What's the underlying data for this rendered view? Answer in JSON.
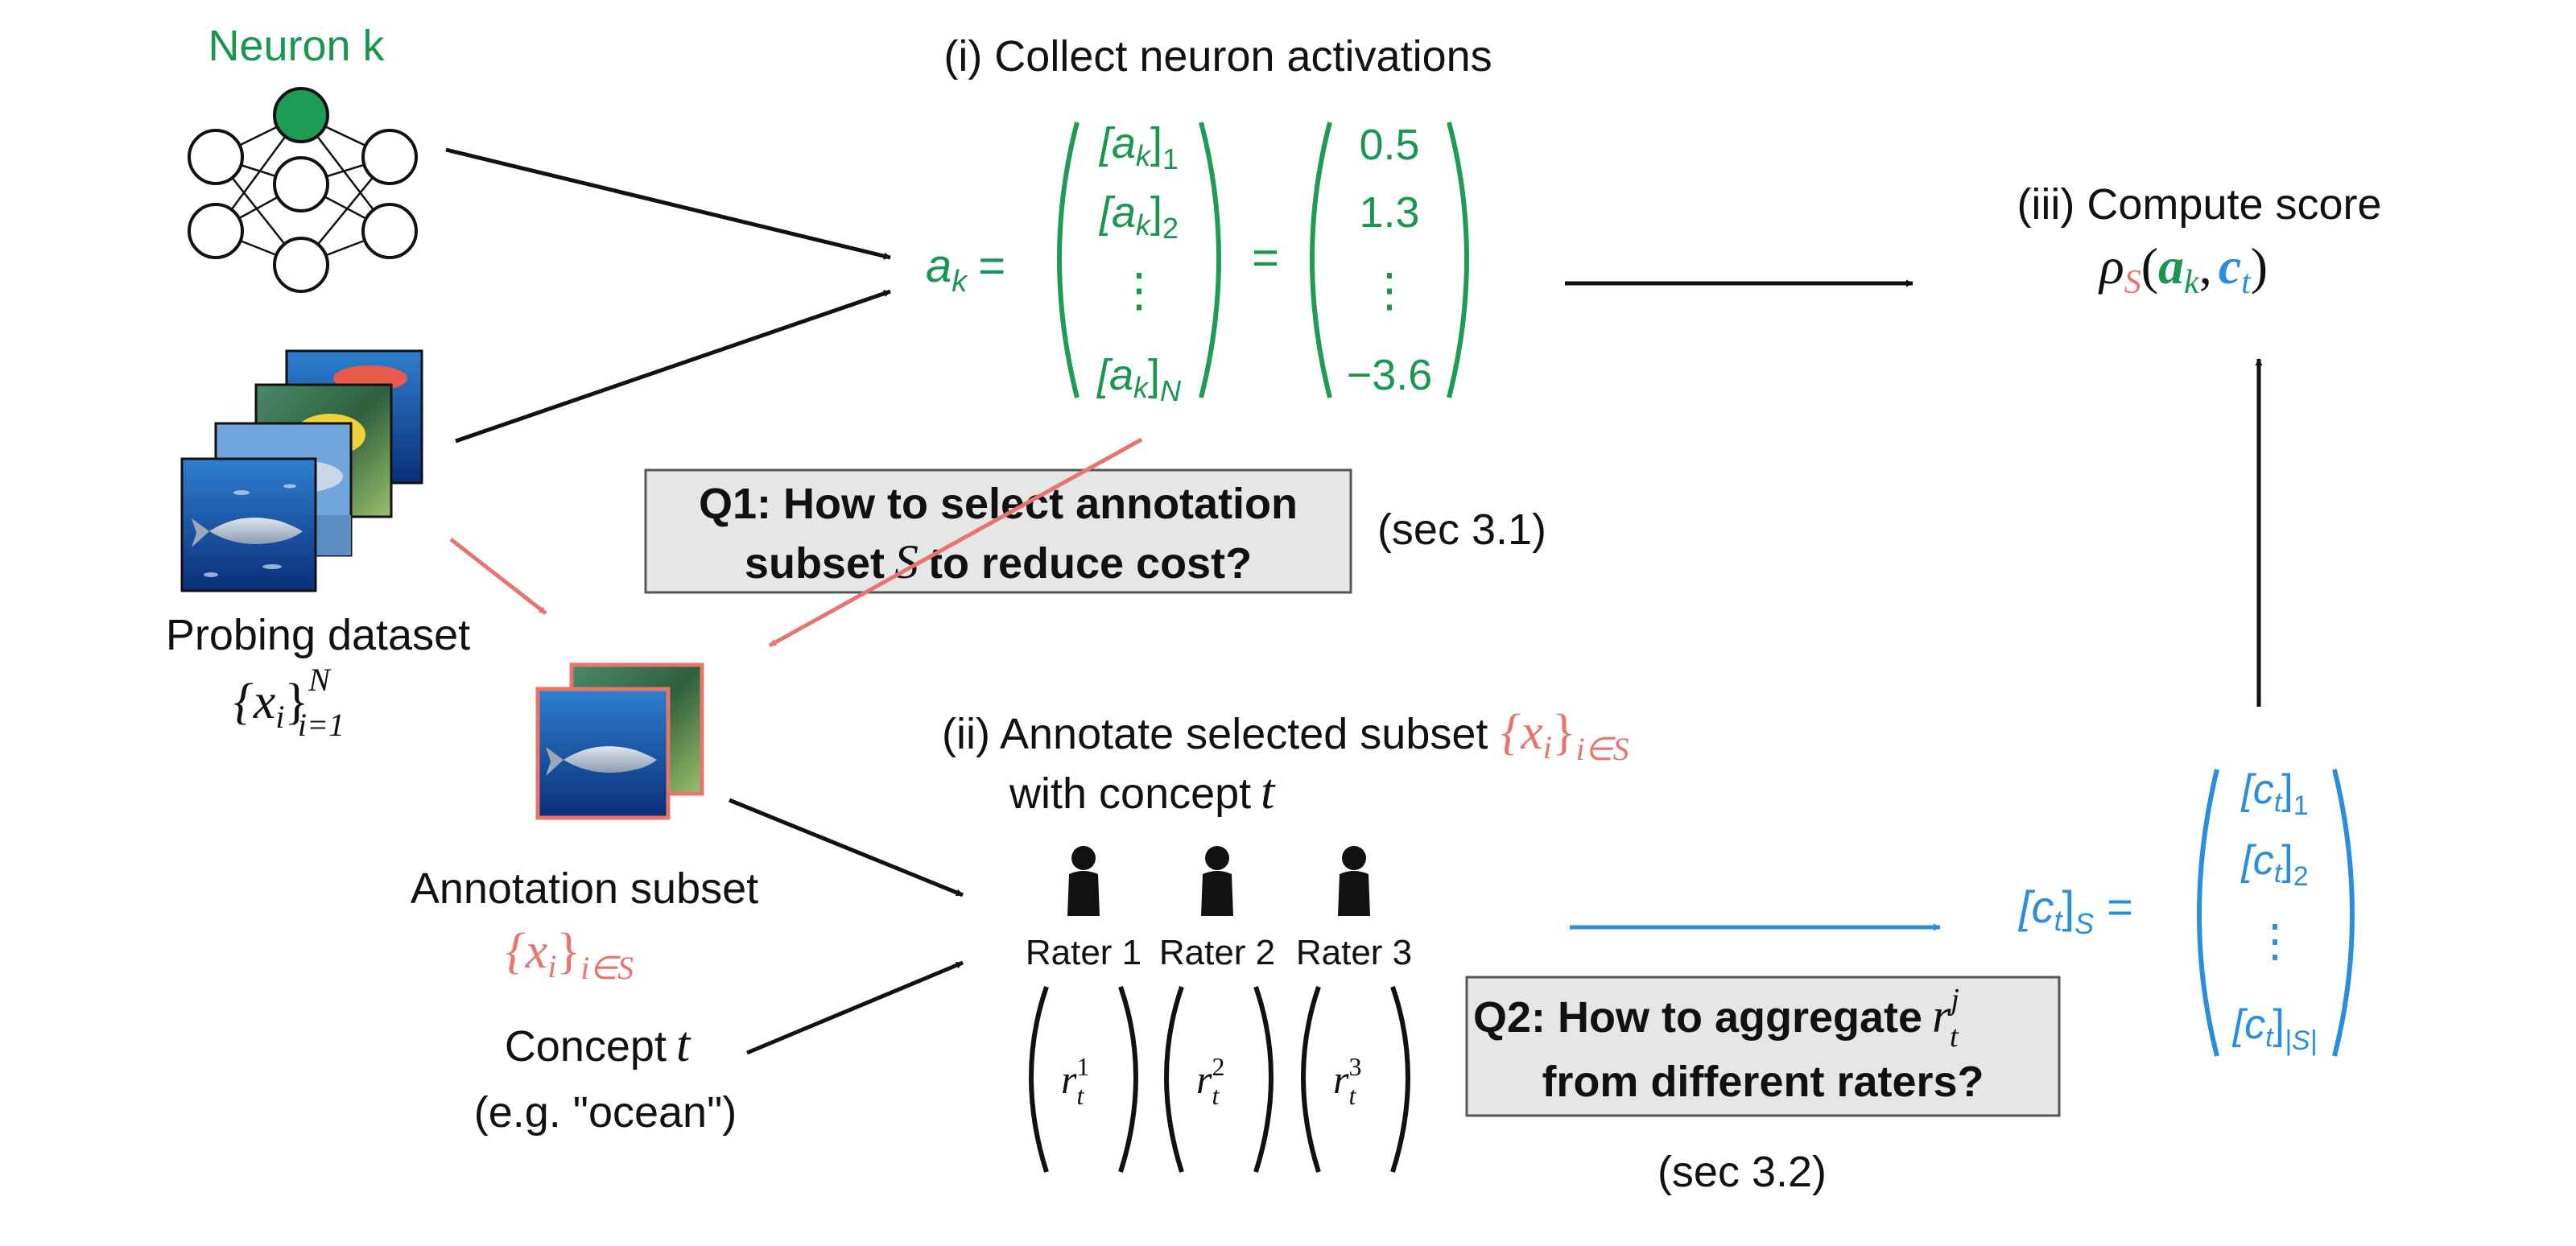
{
  "colors": {
    "neuron": "#1e9b55",
    "neuron_text": "#1a9650",
    "subset": "#e8746e",
    "concept": "#2a8ee0",
    "black": "#111111",
    "box_fill": "#e6e6e6"
  },
  "icons": {
    "network": "neural-network-icon",
    "images": "image-stack-icon",
    "rater": "person-icon"
  },
  "neuron": {
    "label": "Neuron k"
  },
  "probing": {
    "label": "Probing dataset",
    "math_base": "{x",
    "math_sub": "i",
    "math_close": "}",
    "math_sup": "N",
    "math_range": "i=1"
  },
  "step1": {
    "title": "(i) Collect neuron activations",
    "lhs": "a",
    "lhs_sub": "k",
    "eq": "=",
    "vector": [
      {
        "base": "[a",
        "sub1": "k",
        "close": "]",
        "sub2": "1"
      },
      {
        "base": "[a",
        "sub1": "k",
        "close": "]",
        "sub2": "2"
      },
      {
        "dots": "⋮"
      },
      {
        "base": "[a",
        "sub1": "k",
        "close": "]",
        "sub2": "N"
      }
    ],
    "values": [
      "0.5",
      "1.3",
      "⋮",
      "−3.6"
    ]
  },
  "step3": {
    "title": "(iii) Compute score",
    "rho": "ρ",
    "rho_sub": "S",
    "open": "(",
    "a": "a",
    "a_sub": "k",
    "comma": ",",
    "c": "c",
    "c_sub": "t",
    "close": ")"
  },
  "q1": {
    "line1": "Q1: How to select annotation",
    "line2_pre": "subset",
    "line2_var": "S",
    "line2_post": "to reduce cost?",
    "ref": "(sec 3.1)"
  },
  "subset": {
    "label": "Annotation subset",
    "math_base": "{x",
    "math_sub": "i",
    "math_close": "}",
    "math_range": "i∈S"
  },
  "concept": {
    "label_pre": "Concept",
    "label_var": "t",
    "example": "(e.g. \"ocean\")"
  },
  "step2": {
    "line1": "(ii) Annotate selected subset",
    "math_base": "{x",
    "math_sub": "i",
    "math_close": "}",
    "math_range": "i∈S",
    "line2_pre": "with concept",
    "line2_var": "t"
  },
  "raters": [
    {
      "label": "Rater 1",
      "r": "r",
      "sub": "t",
      "sup": "1"
    },
    {
      "label": "Rater 2",
      "r": "r",
      "sub": "t",
      "sup": "2"
    },
    {
      "label": "Rater 3",
      "r": "r",
      "sub": "t",
      "sup": "3"
    }
  ],
  "q2": {
    "line1_pre": "Q2: How to aggregate",
    "line1_var": "r",
    "line1_sub": "t",
    "line1_sup": "j",
    "line2": "from different raters?",
    "ref": "(sec 3.2)"
  },
  "concept_vector": {
    "lhs": "[c",
    "lhs_sub1": "t",
    "lhs_close": "]",
    "lhs_sub2": "S",
    "eq": "=",
    "rows": [
      {
        "base": "[c",
        "sub1": "t",
        "close": "]",
        "sub2": "1"
      },
      {
        "base": "[c",
        "sub1": "t",
        "close": "]",
        "sub2": "2"
      },
      {
        "dots": "⋮"
      },
      {
        "base": "[c",
        "sub1": "t",
        "close": "]",
        "sub2": "|S|"
      }
    ]
  }
}
